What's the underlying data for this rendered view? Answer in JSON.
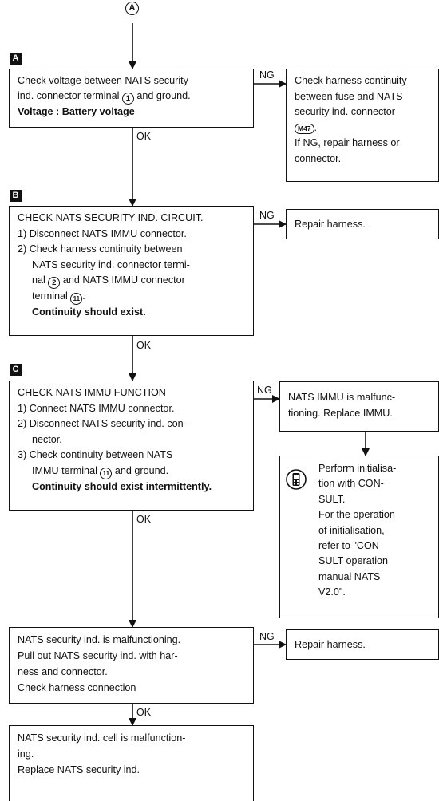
{
  "start_marker": "A",
  "steps": {
    "a": "A",
    "b": "B",
    "c": "C"
  },
  "labels": {
    "ng": "NG",
    "ok": "OK"
  },
  "box_a": {
    "line1": "Check voltage between NATS security",
    "line2_pre": "ind. connector terminal",
    "terminal": "1",
    "line2_post": "and ground.",
    "line3": "Voltage : Battery voltage"
  },
  "box_a_ng": {
    "line1": "Check harness continuity",
    "line2": "between fuse and NATS",
    "line3": "security ind. connector",
    "connector": "M47",
    "line5": "If NG, repair harness or",
    "line6": "connector."
  },
  "box_b": {
    "line1": "CHECK NATS SECURITY IND. CIRCUIT.",
    "line2": "1) Disconnect NATS IMMU connector.",
    "line3": "2) Check harness continuity between",
    "line4": "NATS security ind. connector termi-",
    "line5_pre": "nal",
    "terminal1": "2",
    "line5_post": "and NATS IMMU connector",
    "line6_pre": "terminal",
    "terminal2": "11",
    "line7": "Continuity should exist."
  },
  "box_b_ng": {
    "line1": "Repair harness."
  },
  "box_c": {
    "line1": "CHECK NATS IMMU FUNCTION",
    "line2": "1) Connect NATS IMMU connector.",
    "line3": "2) Disconnect NATS security ind. con-",
    "line4": "nector.",
    "line5": "3) Check continuity between NATS",
    "line6_pre": "IMMU terminal",
    "terminal": "11",
    "line6_post": "and ground.",
    "line7": "Continuity should exist intermittently."
  },
  "box_c_ng": {
    "line1": "NATS IMMU is malfunc-",
    "line2": "tioning. Replace IMMU."
  },
  "box_c_ng2": {
    "icon": "consult-tester-icon",
    "line1": "Perform initialisa-",
    "line2": "tion with CON-",
    "line3": "SULT.",
    "line4": "For the operation",
    "line5": "of initialisation,",
    "line6": "refer to \"CON-",
    "line7": "SULT operation",
    "line8": "manual NATS",
    "line9": "V2.0\"."
  },
  "box_d": {
    "line1": "NATS security ind. is malfunctioning.",
    "line2": "Pull out NATS security ind. with har-",
    "line3": "ness and connector.",
    "line4": "Check harness connection"
  },
  "box_d_ng": {
    "line1": "Repair harness."
  },
  "box_e": {
    "line1": "NATS security ind. cell is malfunction-",
    "line2": "ing.",
    "line3": "Replace NATS security ind."
  }
}
